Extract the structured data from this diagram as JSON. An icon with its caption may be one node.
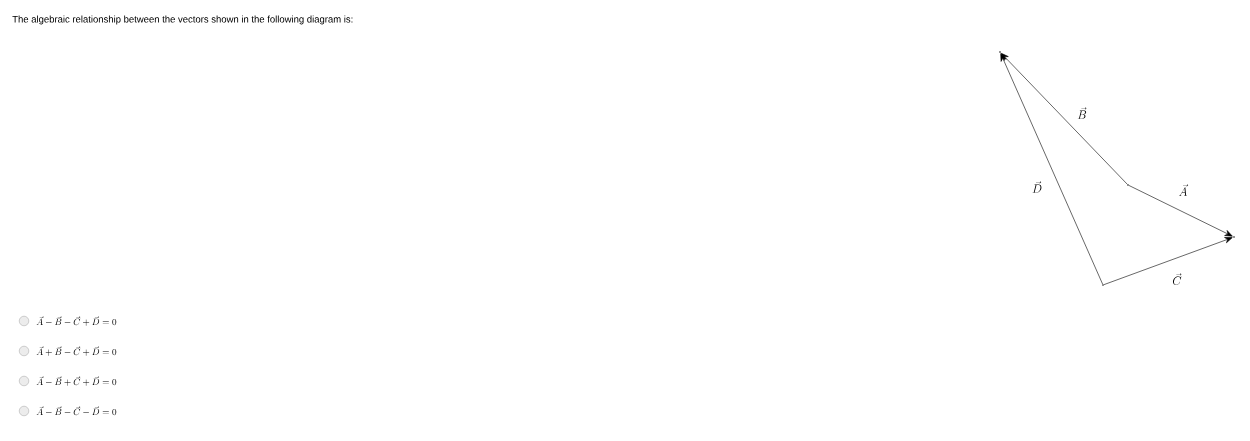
{
  "diagram": {
    "title": "The algebraic relationship between the vectors shown in the following diagram is:",
    "nodes": [
      {
        "text": [],
        "shape": "point"
      },
      {
        "text": [],
        "shape": "point"
      },
      {
        "text": [],
        "shape": "point"
      },
      {
        "text": [],
        "shape": "point"
      }
    ],
    "edges": [
      {
        "from": 1,
        "to": 0,
        "arrow": "to",
        "label": "\\vec{B}"
      },
      {
        "from": 3,
        "to": 0,
        "arrow": "to",
        "label": "\\vec{D}"
      },
      {
        "from": 1,
        "to": 2,
        "arrow": "to",
        "label": "\\vec{A}"
      },
      {
        "from": 3,
        "to": 2,
        "arrow": "to",
        "label": "\\vec{C}"
      }
    ],
    "labels": [
      "\\vec{A} - \\vec{B} - \\vec{C} + \\vec{D} = 0",
      "\\vec{A} + \\vec{B} - \\vec{C} + \\vec{D} = 0",
      "\\vec{A} - \\vec{B} + \\vec{C} + \\vec{D} = 0",
      "\\vec{A} - \\vec{B} - \\vec{C} - \\vec{D} = 0"
    ]
  }
}
